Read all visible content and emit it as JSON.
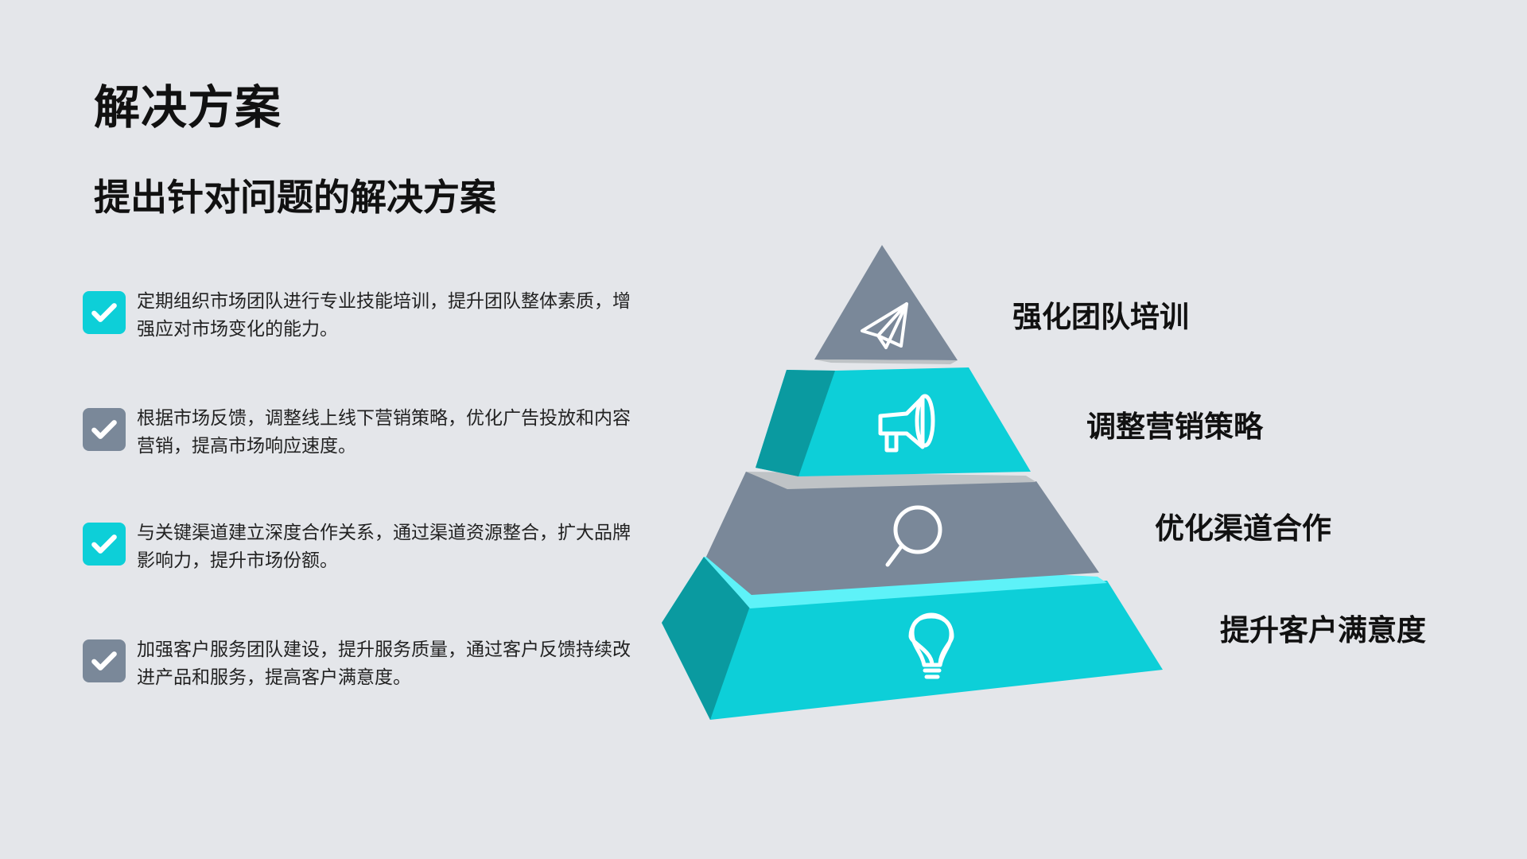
{
  "header": {
    "title": "解决方案",
    "subtitle": "提出针对问题的解决方案"
  },
  "checklist": [
    {
      "text": "定期组织市场团队进行专业技能培训，提升团队整体素质，增强应对市场变化的能力。",
      "checked": true,
      "color": "#0dcfd8"
    },
    {
      "text": "根据市场反馈，调整线上线下营销策略，优化广告投放和内容营销，提高市场响应速度。",
      "checked": true,
      "color": "#7a8899"
    },
    {
      "text": "与关键渠道建立深度合作关系，通过渠道资源整合，扩大品牌影响力，提升市场份额。",
      "checked": true,
      "color": "#0dcfd8"
    },
    {
      "text": "加强客户服务团队建设，提升服务质量，通过客户反馈持续改进产品和服务，提高客户满意度。",
      "checked": true,
      "color": "#7a8899"
    }
  ],
  "pyramid": {
    "levels": [
      {
        "label": "强化团队培训",
        "icon": "paper-plane-icon",
        "color": "#7a8899"
      },
      {
        "label": "调整营销策略",
        "icon": "megaphone-icon",
        "color": "#0dcfd8"
      },
      {
        "label": "优化渠道合作",
        "icon": "magnifier-icon",
        "color": "#7a8899"
      },
      {
        "label": "提升客户满意度",
        "icon": "lightbulb-icon",
        "color": "#0dcfd8"
      }
    ]
  },
  "colors": {
    "background": "#e4e6ea",
    "cyan": "#0dcfd8",
    "cyan_dark": "#0a9aa0",
    "cyan_rim": "#5ef2f8",
    "gray": "#7a8899",
    "gray_rim": "#bfc3c6"
  }
}
